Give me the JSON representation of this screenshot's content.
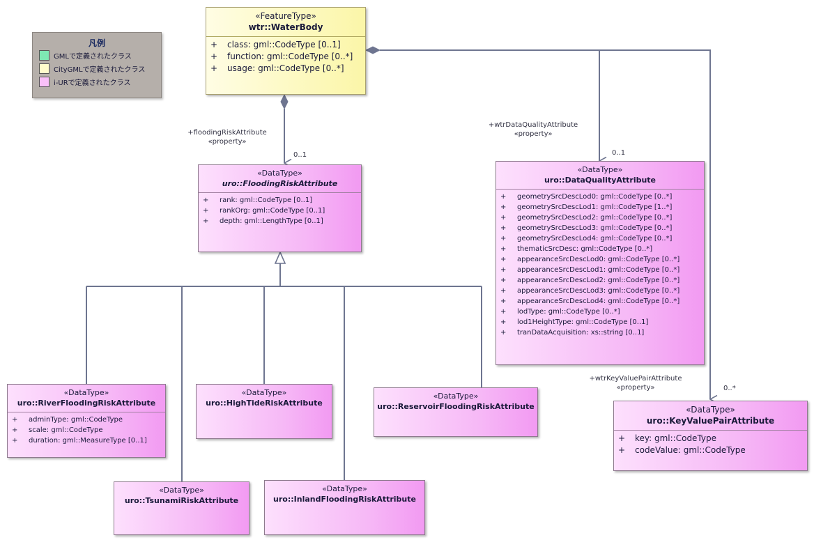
{
  "legend": {
    "title": "凡例",
    "items": [
      {
        "label": "GMLで定義されたクラス",
        "color": "#7ee8b4"
      },
      {
        "label": "CityGMLで定義されたクラス",
        "color": "#fffccc"
      },
      {
        "label": "i-URで定義されたクラス",
        "color": "#f9c0f9"
      }
    ]
  },
  "classes": {
    "waterbody": {
      "stereotype": "«FeatureType»",
      "name": "wtr::WaterBody",
      "attributes": [
        {
          "vis": "+",
          "text": "class: gml::CodeType [0..1]"
        },
        {
          "vis": "+",
          "text": "function: gml::CodeType [0..*]"
        },
        {
          "vis": "+",
          "text": "usage: gml::CodeType [0..*]"
        }
      ]
    },
    "flooding": {
      "stereotype": "«DataType»",
      "name": "uro::FloodingRiskAttribute",
      "attributes": [
        {
          "vis": "+",
          "text": "rank: gml::CodeType [0..1]"
        },
        {
          "vis": "+",
          "text": "rankOrg: gml::CodeType [0..1]"
        },
        {
          "vis": "+",
          "text": "depth: gml::LengthType [0..1]"
        }
      ]
    },
    "dataquality": {
      "stereotype": "«DataType»",
      "name": "uro::DataQualityAttribute",
      "attributes": [
        {
          "vis": "+",
          "text": "geometrySrcDescLod0: gml::CodeType [0..*]"
        },
        {
          "vis": "+",
          "text": "geometrySrcDescLod1: gml::CodeType [1..*]"
        },
        {
          "vis": "+",
          "text": "geometrySrcDescLod2: gml::CodeType [0..*]"
        },
        {
          "vis": "+",
          "text": "geometrySrcDescLod3: gml::CodeType [0..*]"
        },
        {
          "vis": "+",
          "text": "geometrySrcDescLod4: gml::CodeType [0..*]"
        },
        {
          "vis": "+",
          "text": "thematicSrcDesc: gml::CodeType [0..*]"
        },
        {
          "vis": "+",
          "text": "appearanceSrcDescLod0: gml::CodeType [0..*]"
        },
        {
          "vis": "+",
          "text": "appearanceSrcDescLod1: gml::CodeType [0..*]"
        },
        {
          "vis": "+",
          "text": "appearanceSrcDescLod2: gml::CodeType [0..*]"
        },
        {
          "vis": "+",
          "text": "appearanceSrcDescLod3: gml::CodeType [0..*]"
        },
        {
          "vis": "+",
          "text": "appearanceSrcDescLod4: gml::CodeType [0..*]"
        },
        {
          "vis": "+",
          "text": "lodType: gml::CodeType [0..*]"
        },
        {
          "vis": "+",
          "text": "lod1HeightType: gml::CodeType [0..1]"
        },
        {
          "vis": "+",
          "text": "tranDataAcquisition: xs::string [0..1]"
        }
      ]
    },
    "keyvalue": {
      "stereotype": "«DataType»",
      "name": "uro::KeyValuePairAttribute",
      "attributes": [
        {
          "vis": "+",
          "text": "key: gml::CodeType"
        },
        {
          "vis": "+",
          "text": "codeValue: gml::CodeType"
        }
      ]
    },
    "river": {
      "stereotype": "«DataType»",
      "name": "uro::RiverFloodingRiskAttribute",
      "attributes": [
        {
          "vis": "+",
          "text": "adminType: gml::CodeType"
        },
        {
          "vis": "+",
          "text": "scale: gml::CodeType"
        },
        {
          "vis": "+",
          "text": "duration: gml::MeasureType [0..1]"
        }
      ]
    },
    "hightide": {
      "stereotype": "«DataType»",
      "name": "uro::HighTideRiskAttribute"
    },
    "reservoir": {
      "stereotype": "«DataType»",
      "name": "uro::ReservoirFloodingRiskAttribute"
    },
    "tsunami": {
      "stereotype": "«DataType»",
      "name": "uro::TsunamiRiskAttribute"
    },
    "inland": {
      "stereotype": "«DataType»",
      "name": "uro::InlandFloodingRiskAttribute"
    }
  },
  "associations": {
    "flooding": {
      "role": "+floodingRiskAttribute",
      "stereotype": "«property»",
      "multiplicity": "0..1"
    },
    "dataquality": {
      "role": "+wtrDataQualityAttribute",
      "stereotype": "«property»",
      "multiplicity": "0..1"
    },
    "keyvalue": {
      "role": "+wtrKeyValuePairAttribute",
      "stereotype": "«property»",
      "multiplicity": "0..*"
    }
  }
}
